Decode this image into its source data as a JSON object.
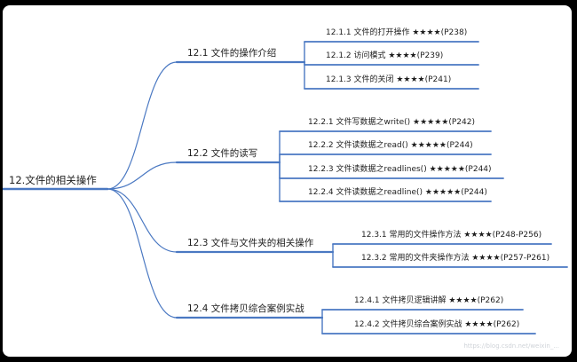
{
  "mindmap": {
    "root": {
      "id": "root",
      "label": "12.文件的相关操作"
    },
    "sections": [
      {
        "id": "s1",
        "label": "12.1 文件的操作介绍",
        "items": [
          {
            "id": "s1-1",
            "label": "12.1.1 文件的打开操作 ★★★★(P238)"
          },
          {
            "id": "s1-2",
            "label": "12.1.2 访问模式 ★★★★(P239)"
          },
          {
            "id": "s1-3",
            "label": "12.1.3 文件的关闭 ★★★★(P241)"
          }
        ]
      },
      {
        "id": "s2",
        "label": "12.2 文件的读写",
        "items": [
          {
            "id": "s2-1",
            "label": "12.2.1 文件写数据之write() ★★★★★(P242)"
          },
          {
            "id": "s2-2",
            "label": "12.2.2 文件读数据之read() ★★★★★(P244)"
          },
          {
            "id": "s2-3",
            "label": "12.2.3 文件读数据之readlines() ★★★★★(P244)"
          },
          {
            "id": "s2-4",
            "label": "12.2.4 文件读数据之readline() ★★★★★(P244)"
          }
        ]
      },
      {
        "id": "s3",
        "label": "12.3 文件与文件夹的相关操作",
        "items": [
          {
            "id": "s3-1",
            "label": "12.3.1 常用的文件操作方法 ★★★★(P248-P256)"
          },
          {
            "id": "s3-2",
            "label": "12.3.2 常用的文件夹操作方法 ★★★★(P257-P261)"
          }
        ]
      },
      {
        "id": "s4",
        "label": "12.4 文件拷贝综合案例实战",
        "items": [
          {
            "id": "s4-1",
            "label": "12.4.1 文件拷贝逻辑讲解 ★★★★(P262)"
          },
          {
            "id": "s4-2",
            "label": "12.4.2 文件拷贝综合案例实战 ★★★★(P262)"
          }
        ]
      }
    ]
  },
  "watermark": "https://blog.csdn.net/weixin_...",
  "colors": {
    "background": "#000000",
    "canvas": "#ffffff",
    "branch": "#4a78c2",
    "text": "#1e1e1e"
  }
}
